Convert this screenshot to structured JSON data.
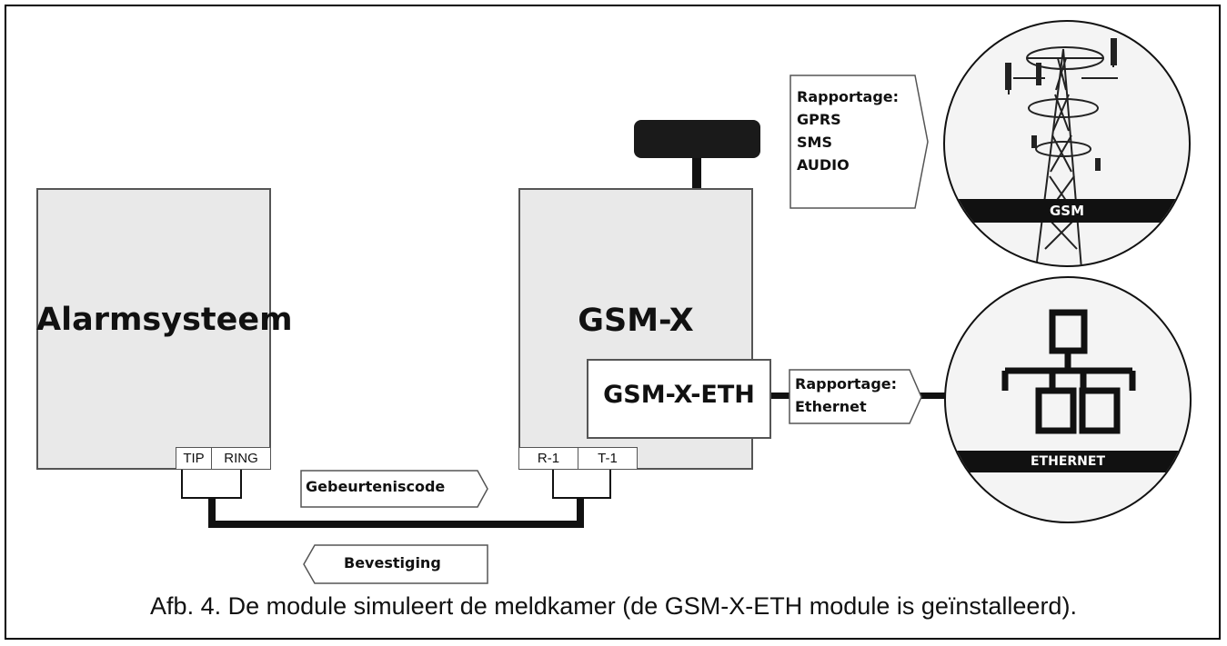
{
  "alarm": {
    "title": "Alarmsysteem",
    "tip": "TIP",
    "ring": "RING"
  },
  "gsmx": {
    "title": "GSM-X",
    "r1": "R-1",
    "t1": "T-1",
    "eth_module": "GSM-X-ETH"
  },
  "arrows": {
    "event_code": "Gebeurteniscode",
    "confirmation": "Bevestiging",
    "reporting_gsm": [
      "Rapportage:",
      "GPRS",
      "SMS",
      "AUDIO"
    ],
    "reporting_eth": [
      "Rapportage:",
      "Ethernet"
    ]
  },
  "circles": {
    "gsm_label": "GSM",
    "ethernet_label": "ETHERNET"
  },
  "icons": {
    "tower": "gsm-tower-icon",
    "network": "ethernet-network-icon"
  },
  "caption": "Afb. 4. De module simuleert de meldkamer (de GSM-X-ETH module is geïnstalleerd)."
}
